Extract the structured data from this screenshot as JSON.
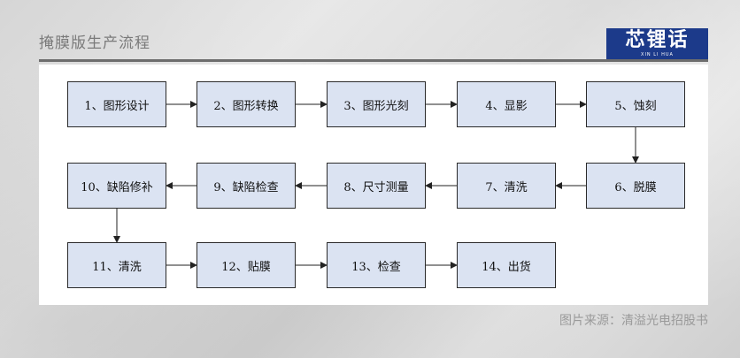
{
  "header": {
    "title": "掩膜版生产流程"
  },
  "logo": {
    "text": "芯锂话",
    "subtext": "XIN LI HUA"
  },
  "flow": {
    "steps": [
      "1、图形设计",
      "2、图形转换",
      "3、图形光刻",
      "4、显影",
      "5、蚀刻",
      "6、脱膜",
      "7、清洗",
      "8、尺寸测量",
      "9、缺陷检查",
      "10、缺陷修补",
      "11、清洗",
      "12、贴膜",
      "13、检查",
      "14、出货"
    ]
  },
  "footer": {
    "source": "图片来源：清溢光电招股书"
  },
  "colors": {
    "node_fill": "#dbe3f2",
    "logo_bg": "#1c3a8a",
    "rule": "#6d6d6d"
  }
}
